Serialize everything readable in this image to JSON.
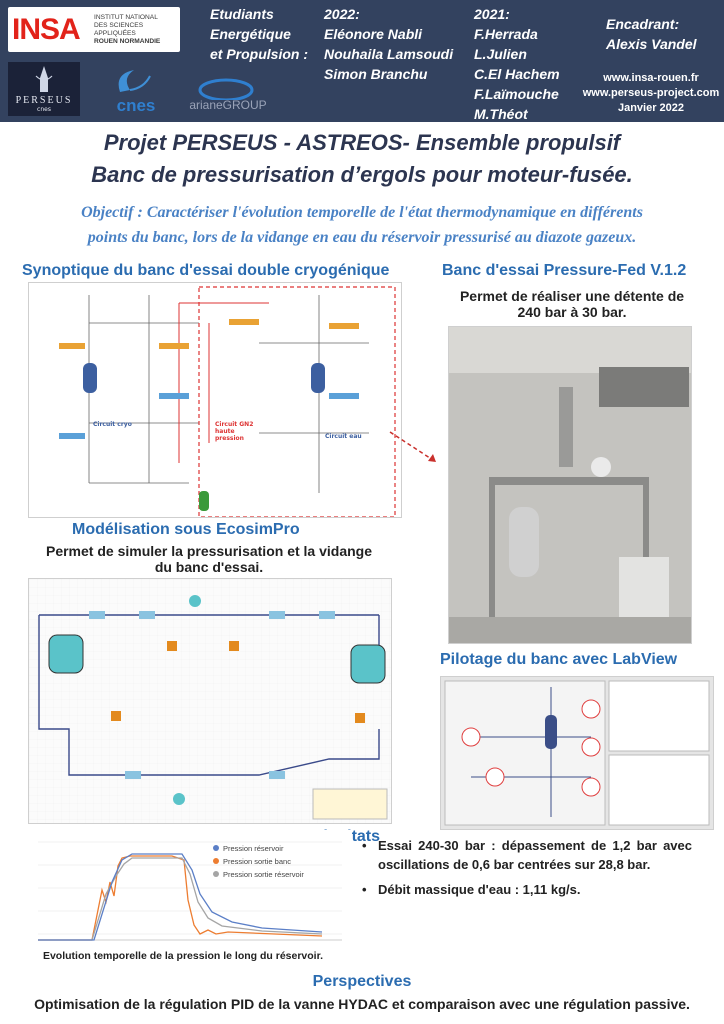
{
  "header": {
    "insa_logo": {
      "word": "INSA",
      "line1": "INSTITUT NATIONAL",
      "line2": "DES SCIENCES",
      "line3": "APPLIQUÉES",
      "line4": "ROUEN NORMANDIE"
    },
    "perseus_logo": {
      "word": "PERSEUS",
      "sub": "cnes"
    },
    "cnes_logo": {
      "word": "cnes"
    },
    "ariane_logo": {
      "word": "arianeGROUP"
    },
    "students": {
      "l1": "Etudiants",
      "l2": "Energétique",
      "l3": "et Propulsion :"
    },
    "team2022": {
      "label": "2022:",
      "m1": "Eléonore Nabli",
      "m2": "Nouhaila Lamsoudi",
      "m3": "Simon Branchu"
    },
    "team2021": {
      "label": "2021:",
      "m1": "F.Herrada",
      "m2": "L.Julien",
      "m3": "C.El Hachem",
      "m4": "F.Laïmouche",
      "m5": "M.Théot"
    },
    "supervisor": {
      "label": "Encadrant:",
      "name": "Alexis Vandel"
    },
    "url1": "www.insa-rouen.fr",
    "url2": "www.perseus-project.com",
    "date": "Janvier 2022"
  },
  "title": {
    "line1": "Projet PERSEUS - ASTREOS- Ensemble propulsif",
    "line2": "Banc de pressurisation d’ergols pour moteur-fusée."
  },
  "objective": {
    "line1": "Objectif : Caractériser l'évolution temporelle de l'état thermodynamique en différents",
    "line2": "points du banc, lors de la vidange en eau du réservoir pressurisé au diazote gazeux."
  },
  "sections": {
    "synoptique": {
      "title": "Synoptique du banc d'essai double cryogénique",
      "circuit_cryo": "Circuit cryo",
      "circuit_gn2": "Circuit GN2 haute pression",
      "circuit_eau": "Circuit eau"
    },
    "bench": {
      "title": "Banc d'essai Pressure-Fed V.1.2",
      "desc1": "Permet de réaliser une détente de",
      "desc2": "240 bar à 30 bar."
    },
    "model": {
      "title": "Modélisation sous EcosimPro",
      "desc1": "Permet de simuler la pressurisation et la vidange",
      "desc2": "du banc d'essai."
    },
    "labview": {
      "title": "Pilotage du banc avec LabView"
    },
    "results": {
      "title": "Résultats"
    },
    "perspectives": {
      "title": "Perspectives",
      "text": "Optimisation de la régulation PID de la vanne HYDAC et comparaison avec une régulation passive."
    }
  },
  "chart_data": {
    "type": "line",
    "title": "",
    "xlabel": "",
    "ylabel": "",
    "legend_position": "top-right",
    "series": [
      {
        "name": "Pression réservoir",
        "color": "#5b7fc7"
      },
      {
        "name": "Pression sortie banc",
        "color": "#ed7d31"
      },
      {
        "name": "Pression sortie réservoir",
        "color": "#a5a5a5"
      }
    ],
    "grid": true
  },
  "results": {
    "caption": "Evolution temporelle de la pression le long du réservoir.",
    "bullet1": "Essai 240-30 bar : dépassement de 1,2 bar avec oscillations de 0,6 bar centrées sur 28,8 bar.",
    "bullet2": "Débit massique d'eau : 1,11 kg/s."
  }
}
